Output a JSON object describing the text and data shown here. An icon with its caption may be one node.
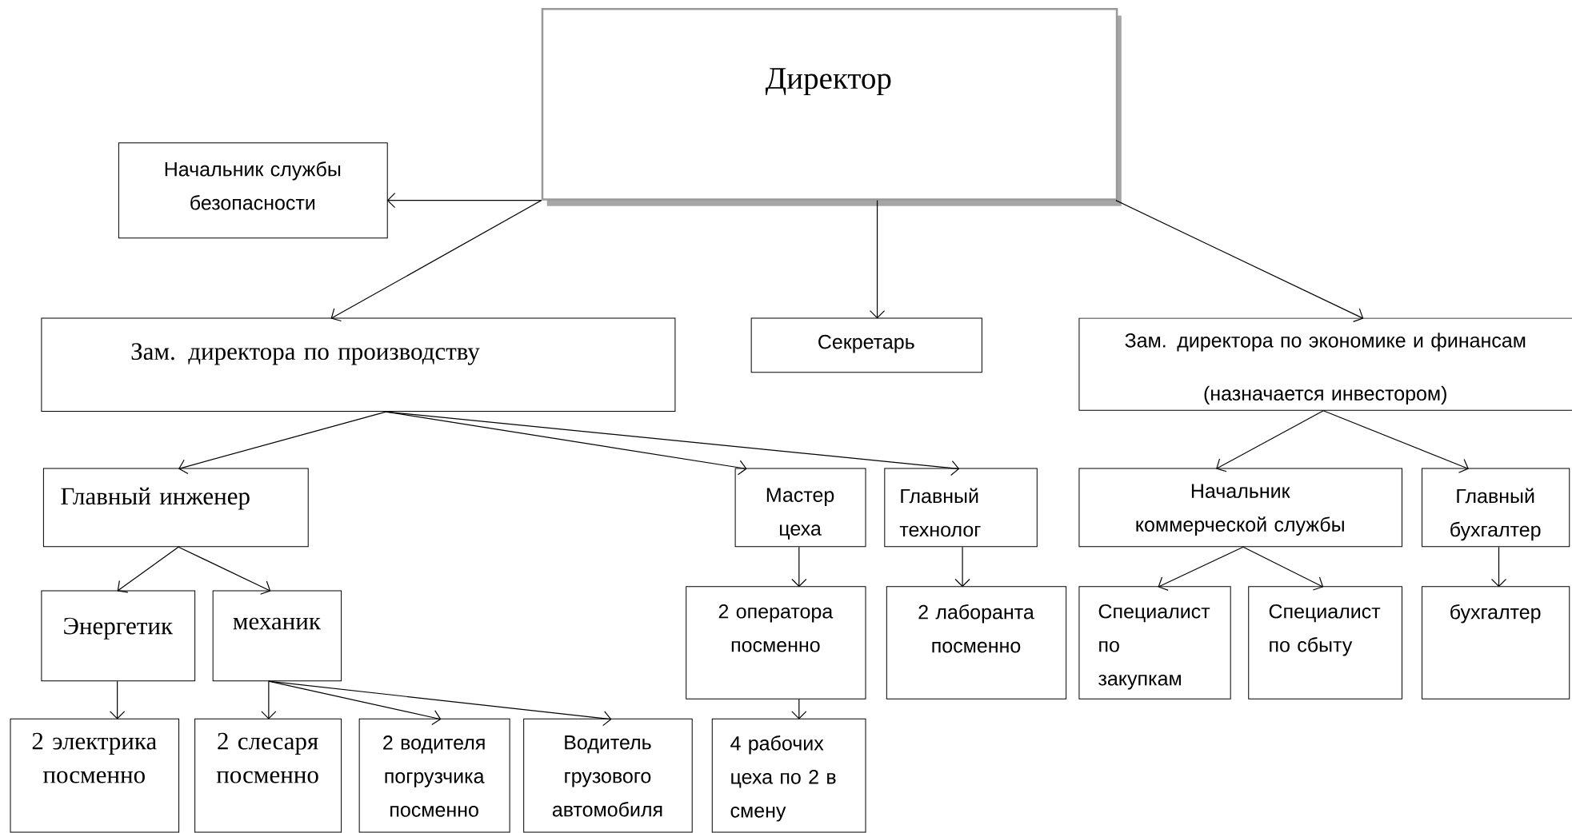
{
  "diagram": {
    "nodes": [
      {
        "text": [
          "Директор"
        ]
      },
      {
        "text": [
          "Начальник службы безопасности"
        ]
      },
      {
        "text": [
          "Зам. директора по производству"
        ]
      },
      {
        "text": [
          "Секретарь"
        ]
      },
      {
        "text": [
          "Зам. директора по экономике и финансам",
          "(назначается инвестором)"
        ]
      },
      {
        "text": [
          "Главный инженер"
        ]
      },
      {
        "text": [
          "Мастер цеха"
        ]
      },
      {
        "text": [
          "Главный технолог"
        ]
      },
      {
        "text": [
          "Начальник коммерческой службы"
        ]
      },
      {
        "text": [
          "Главный бухгалтер"
        ]
      },
      {
        "text": [
          "Энергетик"
        ]
      },
      {
        "text": [
          "механик"
        ]
      },
      {
        "text": [
          "2 оператора посменно"
        ]
      },
      {
        "text": [
          "2 лаборанта посменно"
        ]
      },
      {
        "text": [
          "Специалист по закупкам"
        ]
      },
      {
        "text": [
          "Специалист по сбыту"
        ]
      },
      {
        "text": [
          "бухгалтер"
        ]
      },
      {
        "text": [
          "2 электрика посменно"
        ]
      },
      {
        "text": [
          "2 слесаря посменно"
        ]
      },
      {
        "text": [
          "2 водителя погрузчика посменно"
        ]
      },
      {
        "text": [
          "Водитель грузового автомобиля"
        ]
      },
      {
        "text": [
          "4 рабочих цеха по 2 в смену"
        ]
      }
    ],
    "edges": [
      {
        "from": 0,
        "to": 1,
        "arrow": "to"
      },
      {
        "from": 0,
        "to": 2,
        "arrow": "to"
      },
      {
        "from": 0,
        "to": 3,
        "arrow": "to"
      },
      {
        "from": 0,
        "to": 4,
        "arrow": "to"
      },
      {
        "from": 2,
        "to": 5,
        "arrow": "to"
      },
      {
        "from": 2,
        "to": 6,
        "arrow": "to"
      },
      {
        "from": 2,
        "to": 7,
        "arrow": "to"
      },
      {
        "from": 5,
        "to": 10,
        "arrow": "to"
      },
      {
        "from": 5,
        "to": 11,
        "arrow": "to"
      },
      {
        "from": 6,
        "to": 12,
        "arrow": "to"
      },
      {
        "from": 7,
        "to": 13,
        "arrow": "to"
      },
      {
        "from": 4,
        "to": 8,
        "arrow": "to"
      },
      {
        "from": 4,
        "to": 9,
        "arrow": "to"
      },
      {
        "from": 8,
        "to": 14,
        "arrow": "to"
      },
      {
        "from": 8,
        "to": 15,
        "arrow": "to"
      },
      {
        "from": 9,
        "to": 16,
        "arrow": "to"
      },
      {
        "from": 10,
        "to": 17,
        "arrow": "to"
      },
      {
        "from": 11,
        "to": 18,
        "arrow": "to"
      },
      {
        "from": 11,
        "to": 19,
        "arrow": "to"
      },
      {
        "from": 11,
        "to": 20,
        "arrow": "to"
      },
      {
        "from": 12,
        "to": 21,
        "arrow": "to"
      }
    ]
  }
}
